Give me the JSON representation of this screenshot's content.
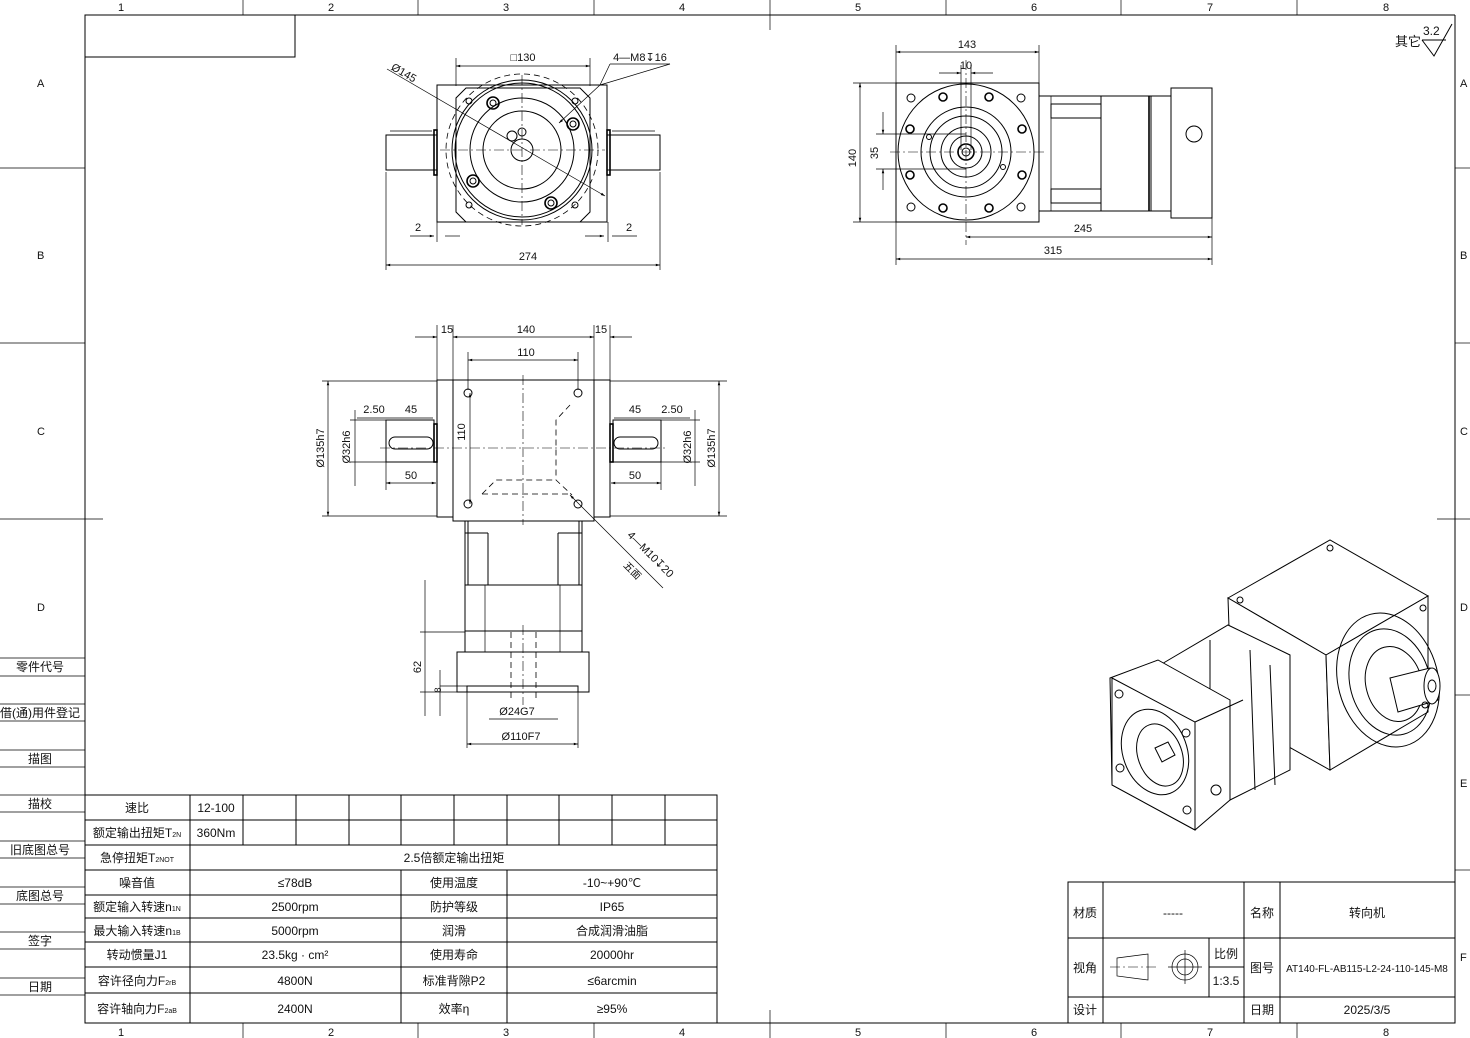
{
  "zones": {
    "columns": [
      "1",
      "2",
      "3",
      "4",
      "5",
      "6",
      "7",
      "8"
    ],
    "rows": [
      "A",
      "B",
      "C",
      "D",
      "E",
      "F"
    ]
  },
  "surface_finish": {
    "label": "其它",
    "value": "3.2"
  },
  "left_panel": [
    "零件代号",
    "借(通)用件登记",
    "描图",
    "描校",
    "旧底图总号",
    "底图总号",
    "签字",
    "日期"
  ],
  "top_view": {
    "square": "□130",
    "thread": "4—M8↧16",
    "diameter": "Ø145",
    "gap_left": "2",
    "gap_right": "2",
    "overall": "274"
  },
  "side_view": {
    "width": "143",
    "key": "10",
    "height": "140",
    "offset": "35",
    "motor_len": "245",
    "overall": "315"
  },
  "front_view": {
    "flange_left": "15",
    "body": "140",
    "flange_right": "15",
    "holes_h": "110",
    "holes_v": "110",
    "key_off_left": "2.50",
    "key_len_left": "45",
    "key_len_right": "45",
    "key_off_right": "2.50",
    "shaft_dia_left": "Ø32h6",
    "shaft_dia_right": "Ø32h6",
    "pilot_left": "Ø135h7",
    "pilot_right": "Ø135h7",
    "shaft_len_left": "50",
    "shaft_len_right": "50",
    "thread": "4—M10↧20",
    "thread_note": "五面",
    "flange_h": "62",
    "pilot_depth": "8",
    "bore": "Ø24G7",
    "motor_pilot": "Ø110F7"
  },
  "spec_table": {
    "ratio": {
      "label": "速比",
      "value": "12-100"
    },
    "torque": {
      "label": "额定输出扭矩T",
      "sub": "2N",
      "value": "360Nm"
    },
    "estop": {
      "label": "急停扭矩T",
      "sub": "2NOT",
      "value": "2.5倍额定输出扭矩"
    },
    "rows": [
      {
        "label": "噪音值",
        "sub": "",
        "value": "≤78dB",
        "label2": "使用温度",
        "value2": "-10~+90℃"
      },
      {
        "label": "额定输入转速n",
        "sub": "1N",
        "value": "2500rpm",
        "label2": "防护等级",
        "value2": "IP65"
      },
      {
        "label": "最大输入转速n",
        "sub": "1B",
        "value": "5000rpm",
        "label2": "润滑",
        "value2": "合成润滑油脂"
      },
      {
        "label": "转动惯量J1",
        "sub": "",
        "value": "23.5kg · cm²",
        "label2": "使用寿命",
        "value2": "20000hr"
      },
      {
        "label": "容许径向力F",
        "sub": "2rB",
        "value": "4800N",
        "label2": "标准背隙P2",
        "value2": "≤6arcmin"
      },
      {
        "label": "容许轴向力F",
        "sub": "2aB",
        "value": "2400N",
        "label2": "效率η",
        "value2": "≥95%"
      }
    ]
  },
  "title_block": {
    "material_label": "材质",
    "material": "-----",
    "name_label": "名称",
    "name": "转向机",
    "view_label": "视角",
    "scale_label": "比例",
    "scale": "1:3.5",
    "drawing_no_label": "图号",
    "drawing_no": "AT140-FL-AB115-L2-24-110-145-M8",
    "designer_label": "设计",
    "date_label": "日期",
    "date": "2025/3/5"
  }
}
